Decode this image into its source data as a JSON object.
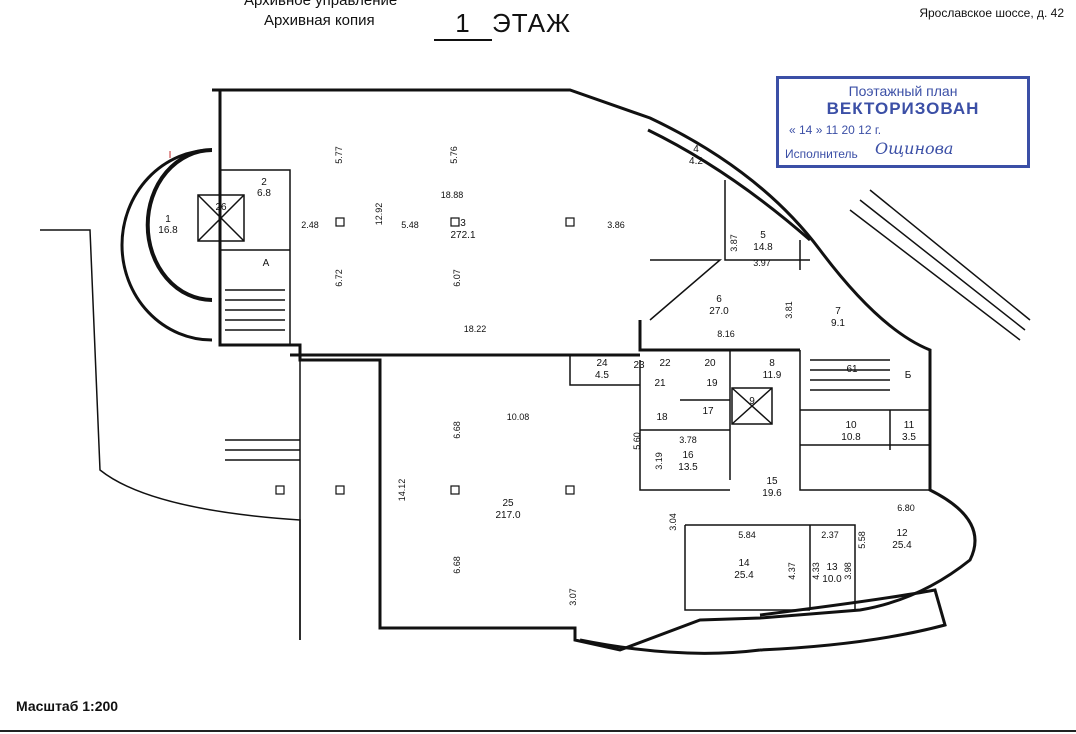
{
  "header": {
    "top_line": "Архивное управление",
    "archive_copy": "Архивная копия",
    "floor_number": "1",
    "floor_word": "ЭТАЖ",
    "address": "Ярославское шоссе, д. 42"
  },
  "stamp": {
    "line1": "Поэтажный план",
    "line2": "ВЕКТОРИЗОВАН",
    "date_line": "« 14 »        11        20 12 г.",
    "executor_label": "Исполнитель",
    "signature": "Ощинова"
  },
  "scale_label": "Масштаб 1:200",
  "rooms": [
    {
      "number": "1",
      "area": "16.8"
    },
    {
      "number": "2",
      "area": "6.8"
    },
    {
      "number": "3",
      "area": "272.1"
    },
    {
      "number": "4",
      "area": "4.2"
    },
    {
      "number": "5",
      "area": "14.8"
    },
    {
      "number": "6",
      "area": "27.0"
    },
    {
      "number": "7",
      "area": "9.1"
    },
    {
      "number": "8",
      "area": "11.9"
    },
    {
      "number": "10",
      "area": "10.8"
    },
    {
      "number": "11",
      "area": "3.5"
    },
    {
      "number": "12",
      "area": "25.4"
    },
    {
      "number": "13",
      "area": "10.0"
    },
    {
      "number": "14",
      "area": "25.4"
    },
    {
      "number": "15",
      "area": "19.6"
    },
    {
      "number": "16",
      "area": "13.5"
    },
    {
      "number": "17",
      "area": ""
    },
    {
      "number": "18",
      "area": ""
    },
    {
      "number": "19",
      "area": ""
    },
    {
      "number": "20",
      "area": ""
    },
    {
      "number": "21",
      "area": ""
    },
    {
      "number": "22",
      "area": ""
    },
    {
      "number": "23",
      "area": ""
    },
    {
      "number": "24",
      "area": "4.5"
    },
    {
      "number": "25",
      "area": "217.0"
    },
    {
      "number": "26",
      "area": ""
    },
    {
      "number": "61",
      "area": ""
    },
    {
      "number": "9",
      "area": ""
    }
  ],
  "letters": [
    "А",
    "Б",
    "I"
  ],
  "dimensions": [
    "5.77",
    "5.76",
    "18.88",
    "12.92",
    "2.48",
    "5.48",
    "3.86",
    "6.72",
    "6.07",
    "18.22",
    "3.87",
    "3.97",
    "3.81",
    "8.16",
    "10.08",
    "6.68",
    "6.68",
    "14.12",
    "5.60",
    "3.78",
    "3.19",
    "3.04",
    "5.84",
    "2.37",
    "5.58",
    "6.80",
    "4.37",
    "4.33",
    "3.98",
    "3.07"
  ]
}
